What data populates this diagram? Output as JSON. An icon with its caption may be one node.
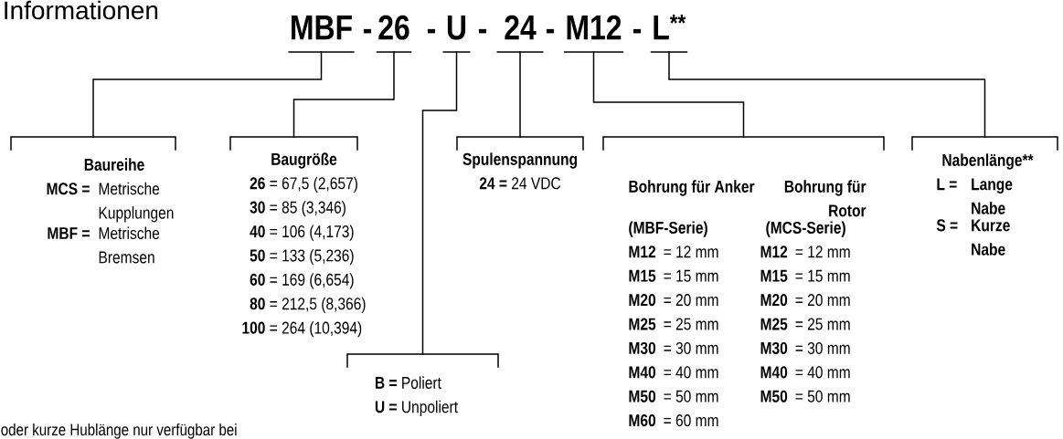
{
  "diagram": {
    "title": "Informationen",
    "nodes": [
      {
        "text": [
          "MBF"
        ]
      },
      {
        "text": [
          "26"
        ]
      },
      {
        "text": [
          "U"
        ]
      },
      {
        "text": [
          "24"
        ]
      },
      {
        "text": [
          "M12"
        ]
      },
      {
        "text": [
          "L$^{**}$"
        ]
      },
      {
        "text": [
          "Baureihe",
          "MCS =",
          "Metrische Kupplungen",
          "MBF =",
          "Metrische Bremsen"
        ]
      },
      {
        "text": [
          "Baugröße",
          "26",
          "= 67,5 (2,657)",
          "30",
          "= 85 (3,346)",
          "40",
          "= 106 (4,173)",
          "50",
          "= 133 (5,236)",
          "60",
          "= 169 (6,654)",
          "80",
          "= 212,5 (8,366)",
          "100",
          "= 264 (10,394)"
        ]
      },
      {
        "text": [
          "Spulenspannung",
          "24 =",
          "24 VDC"
        ]
      },
      {
        "text": [
          "Bohrung für Anker",
          "Bohrung für Rotor",
          "(MBF-Serie)",
          "(MCS-Serie)",
          "M12",
          "= 12 mm",
          "M15",
          "= 15 mm",
          "M20",
          "= 20 mm",
          "M25",
          "= 25 mm",
          "M30",
          "= 30 mm",
          "M40",
          "= 40 mm",
          "M50",
          "= 50 mm",
          "M60",
          "= 60 mm",
          "M12",
          "= 12 mm",
          "M15",
          "= 15 mm",
          "M20",
          "= 20 mm",
          "M25",
          "= 25 mm",
          "M30",
          "= 30 mm",
          "M40",
          "= 40 mm",
          "M50",
          "= 50 mm"
        ]
      },
      {
        "text": [
          "Nabenlänge**",
          "L =",
          "Lange Nabe",
          "S =",
          "Kurze Nabe"
        ]
      },
      {
        "text": [
          "B =",
          "Poliert",
          "U =",
          "Unpoliert"
        ]
      }
    ],
    "edges": [
      {
        "from": 0,
        "to": 6,
        "arrow": "none"
      },
      {
        "from": 1,
        "to": 7,
        "arrow": "none"
      },
      {
        "from": 2,
        "to": 11,
        "arrow": "none"
      },
      {
        "from": 3,
        "to": 8,
        "arrow": "none"
      },
      {
        "from": 4,
        "to": 9,
        "arrow": "none"
      },
      {
        "from": 5,
        "to": 10,
        "arrow": "none"
      }
    ],
    "labels": [
      "-",
      "-",
      "-",
      "-",
      "-",
      "oder kurze Hublänge nur verfügbar bei"
    ]
  }
}
